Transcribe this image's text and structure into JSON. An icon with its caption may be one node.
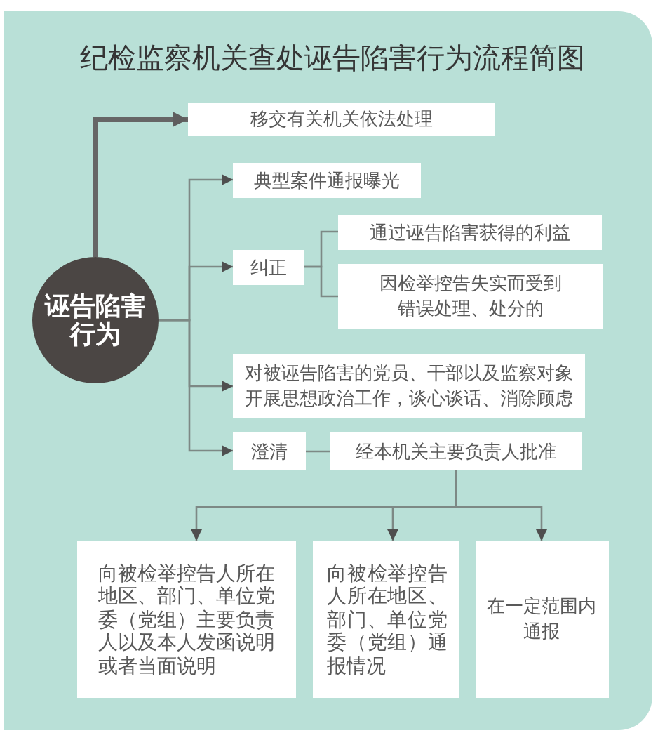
{
  "diagram": {
    "title": "纪检监察机关查处诬告陷害行为流程简图",
    "nodes": [
      {
        "text": [
          "诬告陷害行为"
        ]
      },
      {
        "text": [
          "移交有关机关依法处理"
        ]
      },
      {
        "text": [
          "典型案件通报曝光"
        ]
      },
      {
        "text": [
          "纠正"
        ]
      },
      {
        "text": [
          "通过诬告陷害获得的利益"
        ]
      },
      {
        "text": [
          "因检举控告失实而受到错误处理、处分的"
        ]
      },
      {
        "text": [
          "对被诬告陷害的党员、干部以及监察对象开展思想政治工作，谈心谈话、消除顾虑"
        ]
      },
      {
        "text": [
          "澄清"
        ]
      },
      {
        "text": [
          "经本机关主要负责人批准"
        ]
      },
      {
        "text": [
          "向被检举控告人所在地区、部门、单位党委（党组）主要负责人以及本人发函说明或者当面说明"
        ]
      },
      {
        "text": [
          "向被检举控告人所在地区、部门、单位党委（党组）通报情况"
        ]
      },
      {
        "text": [
          "在一定范围内通报"
        ]
      }
    ],
    "edges": [
      {
        "from": 0,
        "to": 1,
        "arrow": "to",
        "style": "thick"
      },
      {
        "from": 0,
        "to": 2,
        "arrow": "to"
      },
      {
        "from": 0,
        "to": 3,
        "arrow": "to"
      },
      {
        "from": 0,
        "to": 6,
        "arrow": "to"
      },
      {
        "from": 0,
        "to": 7,
        "arrow": "to"
      },
      {
        "from": 3,
        "to": 4,
        "arrow": "none"
      },
      {
        "from": 3,
        "to": 5,
        "arrow": "none"
      },
      {
        "from": 7,
        "to": 8,
        "arrow": "none"
      },
      {
        "from": 8,
        "to": 9,
        "arrow": "to"
      },
      {
        "from": 8,
        "to": 10,
        "arrow": "to"
      },
      {
        "from": 8,
        "to": 11,
        "arrow": "to"
      }
    ]
  }
}
